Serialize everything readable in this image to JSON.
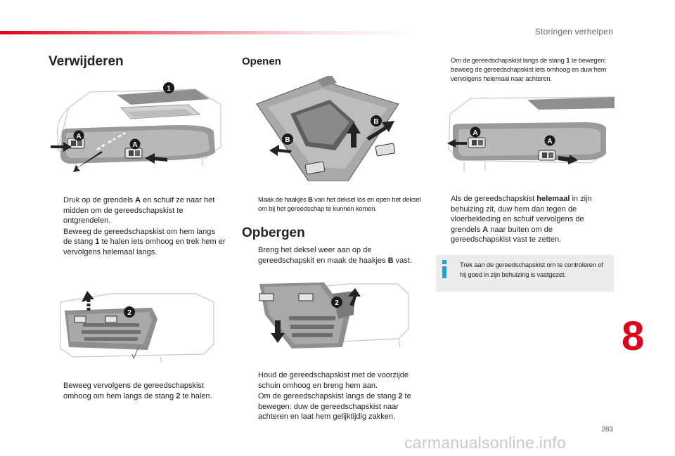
{
  "header": {
    "title": "Storingen verhelpen"
  },
  "section_remove": {
    "title": "Verwijderen",
    "bullets": [
      {
        "pre": "Druk op de grendels ",
        "bold": "A",
        "post": " en schuif ze naar het midden om de gereedschapskist te ontgrendelen."
      },
      {
        "pre": "Beweeg de gereedschapskist om hem langs de stang ",
        "bold": "1",
        "post": " te halen iets omhoog en trek hem er vervolgens helemaal langs."
      }
    ],
    "bullet_bottom": {
      "pre": "Beweeg vervolgens de gereedschapskist omhoog om hem langs de stang ",
      "bold": "2",
      "post": " te halen."
    }
  },
  "section_open": {
    "title": "Openen",
    "bullet": {
      "pre": "Maak de haakjes ",
      "bold": "B",
      "post": " van het deksel los en open het deksel om bij het gereedschap te kunnen komen."
    }
  },
  "section_store": {
    "title": "Opbergen",
    "bullet": {
      "pre": "Breng het deksel weer aan op de gereedschapskit en maak de haakjes ",
      "bold": "B",
      "post": " vast."
    },
    "bullets_bottom": [
      {
        "pre": "Houd de gereedschapskist met de voorzijde schuin omhoog en breng hem aan.",
        "bold": "",
        "post": ""
      },
      {
        "pre": "Om de gereedschapskist langs de stang ",
        "bold": "2",
        "post": " te bewegen: duw de gereedschapskist naar achteren en laat hem gelijktijdig zakken."
      }
    ]
  },
  "section_right": {
    "bullet_top": {
      "pre": "Om de gereedschapskist langs de stang ",
      "bold": "1",
      "post": " te bewegen: beweeg de gereedschapskist iets omhoog en duw hem vervolgens helemaal naar achteren."
    },
    "bullet_mid": {
      "pre": "Als de gereedschapskist ",
      "bold": "helemaal",
      "post": " in zijn behuizing zit, duw hem dan tegen de vloerbekleding en schuif vervolgens de grendels ",
      "bold2": "A",
      "post2": " naar buiten om de gereedschapskist vast te zetten."
    },
    "info": "Trek aan de gereedschapskist om te controleren of hij goed in zijn behuizing is vastgezet."
  },
  "figure_labels": {
    "a": "A",
    "b": "B",
    "one": "1",
    "two": "2"
  },
  "bullet_mark": "",
  "chapter_number": "8",
  "page_number": "283",
  "watermark": "carmanualsonline.info",
  "colors": {
    "accent": "#e2001a",
    "info_icon": "#1fa3e0",
    "label_fill": "#1a1a1a",
    "info_bg": "#ececec"
  }
}
